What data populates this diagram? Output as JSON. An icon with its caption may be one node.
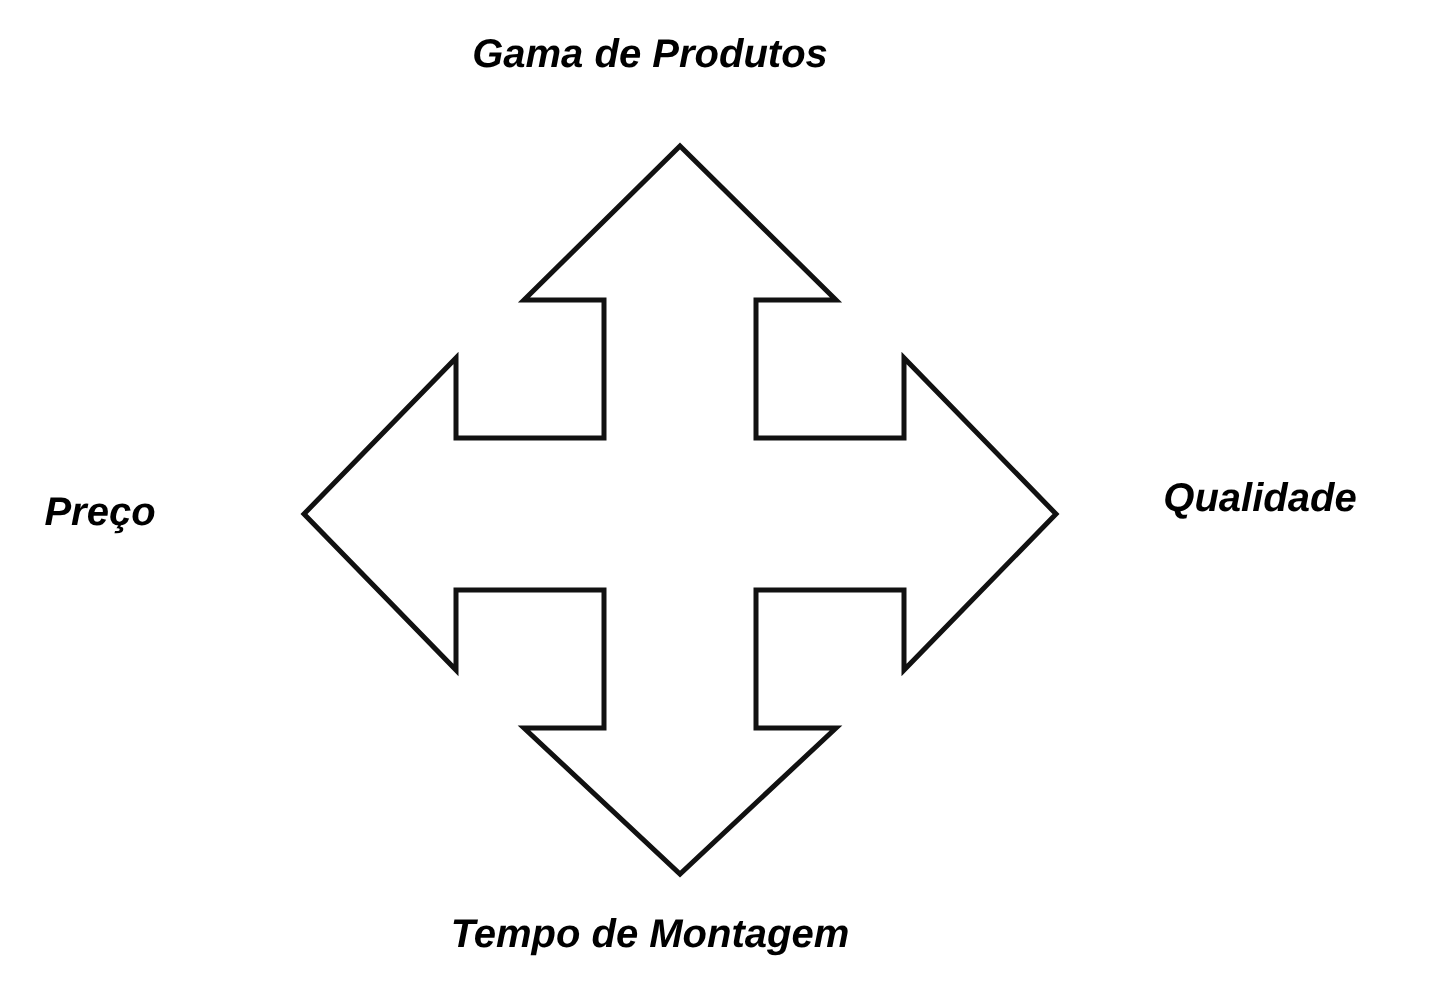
{
  "diagram": {
    "labels": [
      "Gama de Produtos",
      "Preço",
      "Qualidade",
      "Tempo de Montagem"
    ]
  }
}
